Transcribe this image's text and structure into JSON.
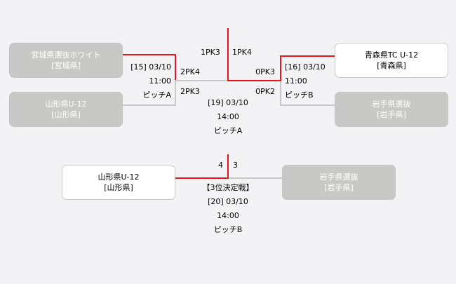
{
  "semi1": {
    "team_top": {
      "name": "宮城県選抜ホワイト",
      "pref": "[宮城県]"
    },
    "team_bottom": {
      "name": "山形県U-12",
      "pref": "[山形県]"
    },
    "match_no": "[15] 03/10",
    "time": "11:00",
    "pitch": "ピッチA",
    "score_top": "2PK4",
    "score_bottom": "2PK3"
  },
  "semi2": {
    "team_top": {
      "name": "青森県TC U-12",
      "pref": "[青森県]"
    },
    "team_bottom": {
      "name": "岩手県選抜",
      "pref": "[岩手県]"
    },
    "match_no": "[16] 03/10",
    "time": "11:00",
    "pitch": "ピッチB",
    "score_top": "0PK3",
    "score_bottom": "0PK2"
  },
  "final": {
    "score_left": "1PK3",
    "score_right": "1PK4",
    "match_no": "[19] 03/10",
    "time": "14:00",
    "pitch": "ピッチA"
  },
  "third": {
    "title": "【3位決定戦】",
    "team_left": {
      "name": "山形県U-12",
      "pref": "[山形県]"
    },
    "team_right": {
      "name": "岩手県選抜",
      "pref": "[岩手県]"
    },
    "score_left": "4",
    "score_right": "3",
    "match_no": "[20] 03/10",
    "time": "14:00",
    "pitch": "ピッチB"
  },
  "colors": {
    "winner_line": "#e8141c",
    "loser_line": "#c8c8c8",
    "loser_box": "#c8c9c7"
  }
}
